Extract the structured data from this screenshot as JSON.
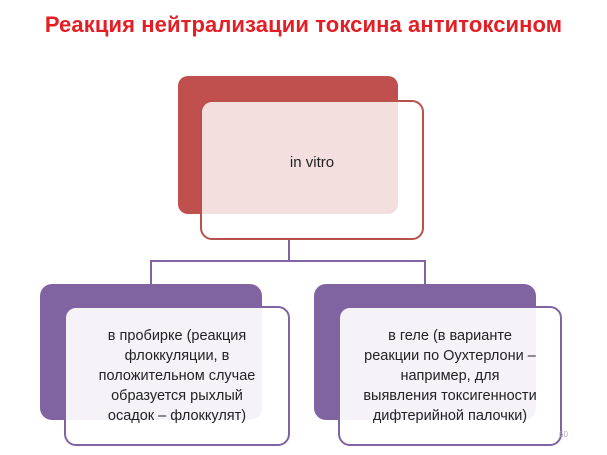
{
  "title": "Реакция нейтрализации токсина антитоксином",
  "root": {
    "label": "in vitro"
  },
  "children": [
    {
      "label": "в пробирке (реакция\nфлоккуляции, в\nположительном случае\nобразуется рыхлый\nосадок – флоккулят)"
    },
    {
      "label": "в геле (в варианте\nреакции по Оухтерлони –\nнапример, для\nвыявления токсигенности\nдифтерийной палочки)"
    }
  ],
  "page_number": "60",
  "colors": {
    "title": "#e31e24",
    "root": "#c0504d",
    "children": "#8064a2"
  }
}
